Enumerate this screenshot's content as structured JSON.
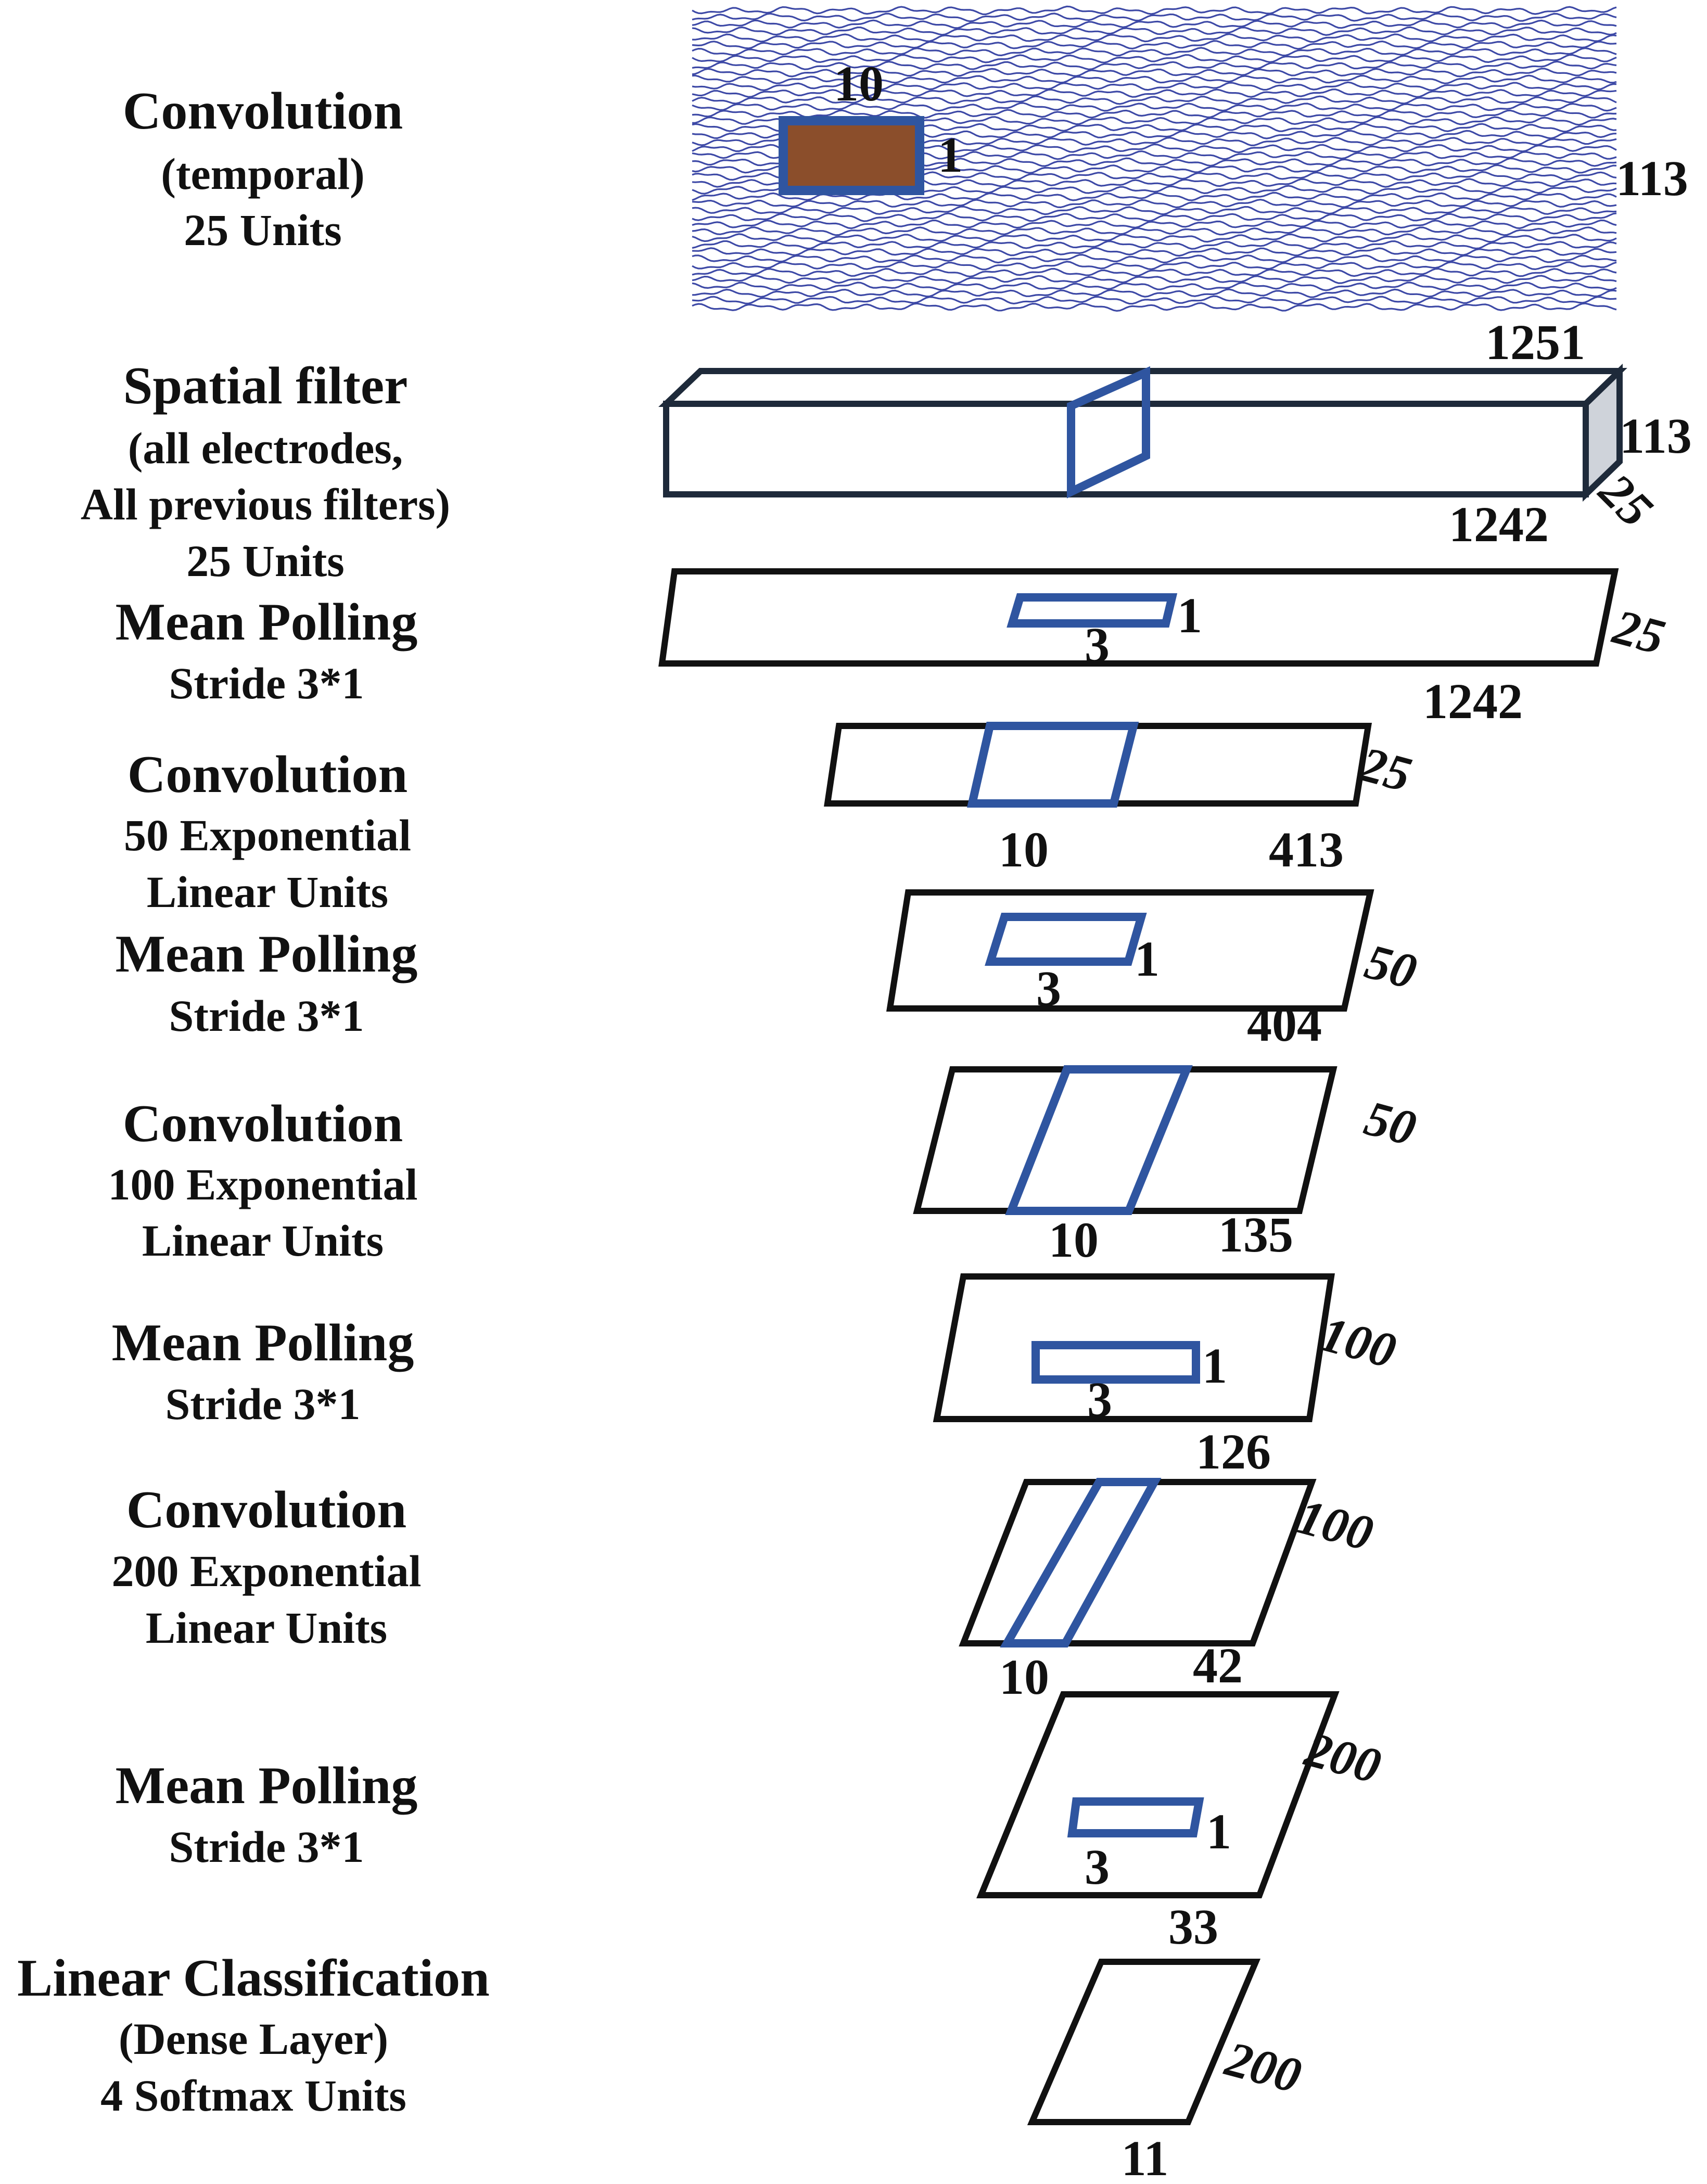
{
  "colors": {
    "outline": "#111111",
    "filter_outline": "#2f55a0",
    "temporal_filter_fill": "#8b4e2b",
    "eeg_wave": "#3d49a6",
    "box_side_shade": "#cfd3da"
  },
  "stages": [
    {
      "title": "Convolution",
      "lines": [
        "(temporal)",
        "25 Units"
      ]
    },
    {
      "title": "Spatial filter",
      "lines": [
        "(all electrodes,",
        "All previous filters)",
        "25 Units"
      ]
    },
    {
      "title": "Mean Polling",
      "lines": [
        "Stride 3*1"
      ]
    },
    {
      "title": "Convolution",
      "lines": [
        "50 Exponential",
        "Linear Units"
      ]
    },
    {
      "title": "Mean Polling",
      "lines": [
        "Stride 3*1"
      ]
    },
    {
      "title": "Convolution",
      "lines": [
        "100 Exponential",
        "Linear Units"
      ]
    },
    {
      "title": "Mean Polling",
      "lines": [
        "Stride 3*1"
      ]
    },
    {
      "title": "Convolution",
      "lines": [
        "200 Exponential",
        "Linear Units"
      ]
    },
    {
      "title": "Mean Polling",
      "lines": [
        "Stride 3*1"
      ]
    },
    {
      "title": "Linear Classification",
      "lines": [
        "(Dense Layer)",
        "4 Softmax Units"
      ]
    }
  ],
  "dims": {
    "input": {
      "filter_w": "10",
      "filter_h": "1",
      "channels": "113"
    },
    "spatial": {
      "length_top": "1251",
      "height": "113",
      "length_bottom": "1242",
      "depth": "25"
    },
    "pool1": {
      "filter_w": "3",
      "filter_h": "1",
      "depth": "25",
      "length": "1242"
    },
    "conv2": {
      "depth": "25",
      "filter_w": "10",
      "length": "413"
    },
    "pool2": {
      "filter_w": "3",
      "filter_h": "1",
      "depth": "50",
      "length": "404"
    },
    "conv3": {
      "depth": "50",
      "filter_w": "10",
      "length": "135"
    },
    "pool3": {
      "filter_w": "3",
      "filter_h": "1",
      "depth": "100",
      "length": "126"
    },
    "conv4": {
      "depth": "100",
      "filter_w": "10",
      "length": "42"
    },
    "pool4": {
      "filter_w": "3",
      "filter_h": "1",
      "depth": "200",
      "length": "33"
    },
    "dense": {
      "depth": "200",
      "length": "11"
    }
  }
}
